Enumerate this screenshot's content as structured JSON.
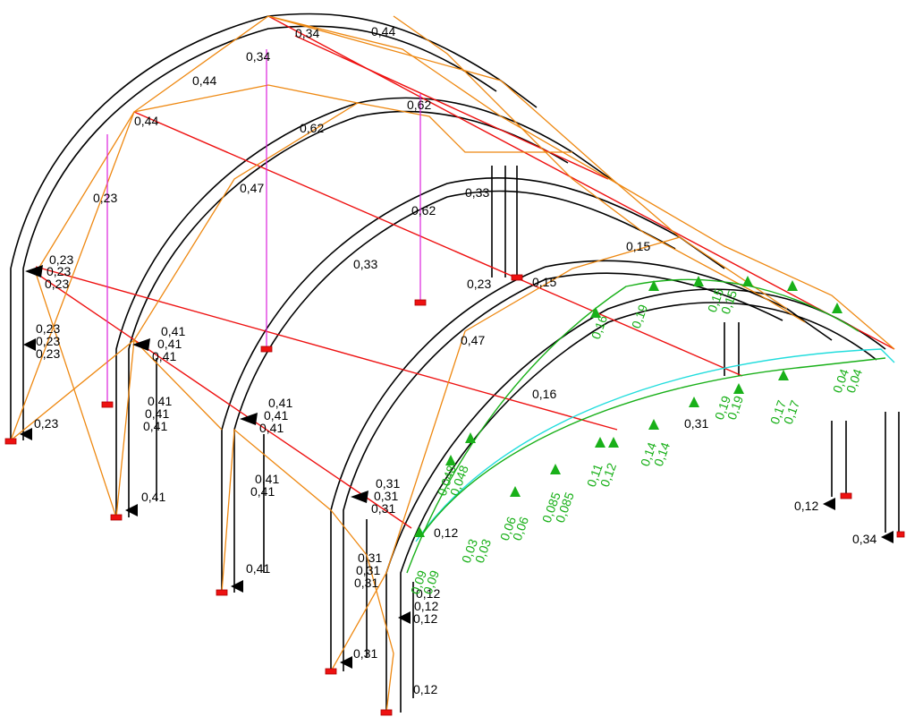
{
  "colors": {
    "frame": "#000000",
    "beam": "#ee1111",
    "brace": "#ee8811",
    "hanger": "#dd22dd",
    "cable": "#22dddd",
    "load": "#19b019",
    "support": "#ee1111"
  },
  "labels_black": [
    "0,23",
    "0,23",
    "0,23",
    "0,23",
    "0,23",
    "0,23",
    "0,23",
    "0,23",
    "0,23",
    "0,41",
    "0,41",
    "0,41",
    "0,41",
    "0,41",
    "0,41",
    "0,41",
    "0,41",
    "0,41",
    "0,41",
    "0,41",
    "0,41",
    "0,41",
    "0,31",
    "0,31",
    "0,31",
    "0,31",
    "0,31",
    "0,31",
    "0,31",
    "0,31",
    "0,12",
    "0,12",
    "0,12",
    "0,12",
    "0,12",
    "0,12",
    "0,34",
    "0,34",
    "0,34",
    "0,62",
    "0,62",
    "0,62",
    "0,44",
    "0,44",
    "0,44",
    "0,33",
    "0,33",
    "0,47",
    "0,47",
    "0,16",
    "0,15",
    "0,15"
  ],
  "labels_green": [
    "0,19",
    "0,19",
    "0,19",
    "0,16",
    "0,15",
    "0,15",
    "0,14",
    "0,14",
    "0,12",
    "0,11",
    "0,085",
    "0,085",
    "0,06",
    "0,06",
    "0,03",
    "0,03",
    "0,048",
    "0,048",
    "0,09",
    "0,09",
    "0,17",
    "0,17",
    "0,04",
    "0,04"
  ]
}
